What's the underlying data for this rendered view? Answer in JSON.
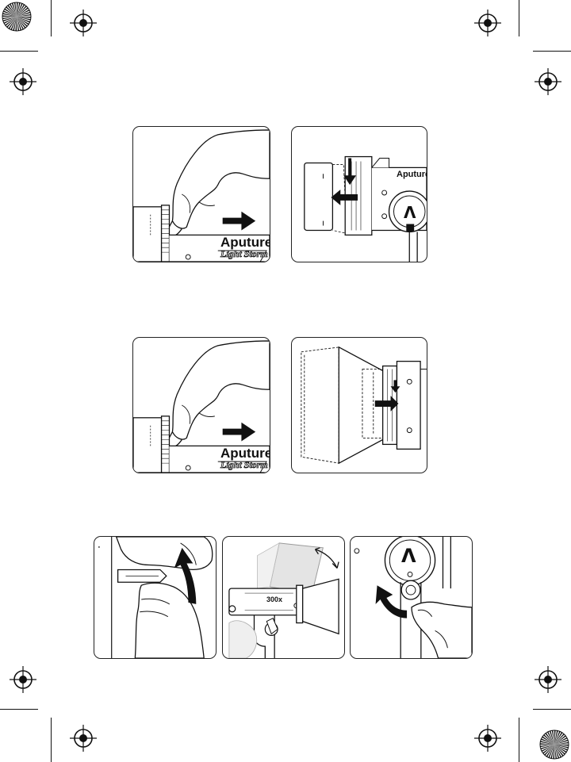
{
  "brand": {
    "name": "Aputure",
    "series": "Light Storm",
    "logo_glyph": "Λ",
    "model_badge": "300x"
  },
  "icons": [
    "registration-mark-icon",
    "color-star-target-icon",
    "arrow-right-icon",
    "arrow-left-icon",
    "curved-arrow-icon"
  ],
  "colors": {
    "line": "#111111",
    "paper": "#ffffff",
    "gray": "#bdbdbd"
  }
}
